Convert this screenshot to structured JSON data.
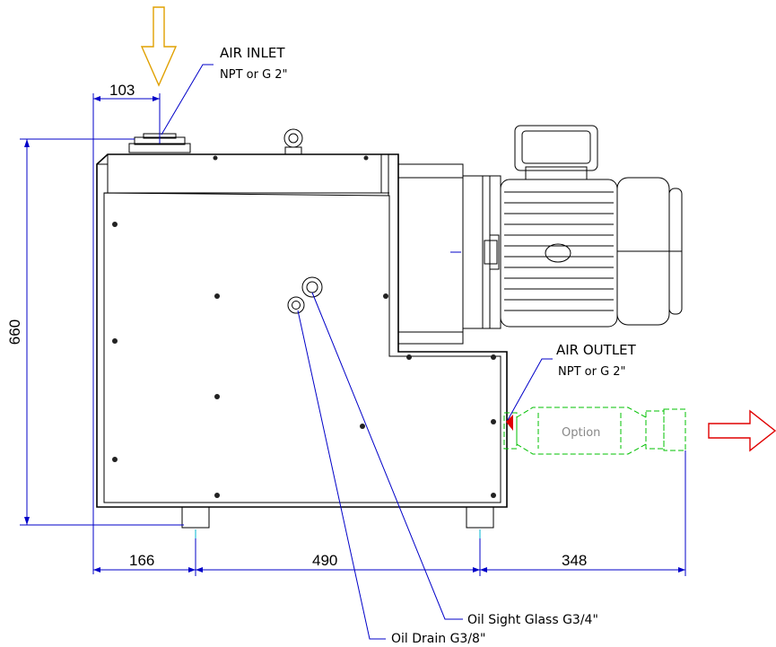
{
  "labels": {
    "air_inlet_title": "AIR INLET",
    "air_inlet_spec": "NPT or G 2\"",
    "air_outlet_title": "AIR OUTLET",
    "air_outlet_spec": "NPT or G 2\"",
    "option": "Option",
    "oil_sight_glass": "Oil Sight Glass G3/4\"",
    "oil_drain": "Oil Drain G3/8\""
  },
  "dimensions": {
    "inlet_offset": "103",
    "height": "660",
    "left_to_foot": "166",
    "foot_spacing": "490",
    "foot_to_outlet": "348"
  },
  "colors": {
    "dimension_lines": "#0000c8",
    "option_outline": "#00c000",
    "outlet_arrow": "#e00000",
    "inlet_arrow": "#e0a000"
  }
}
